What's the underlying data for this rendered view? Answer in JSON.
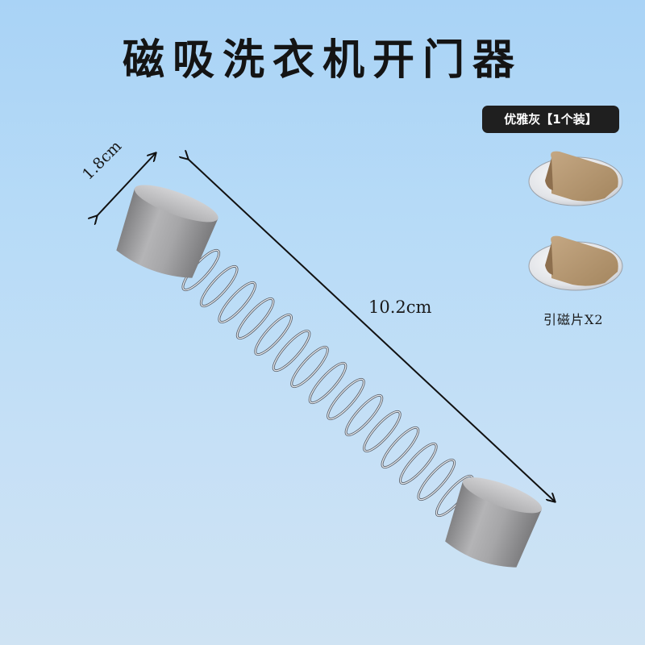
{
  "product": {
    "title": "磁吸洗衣机开门器",
    "variant_badge": "优雅灰【1个装】",
    "length_label": "10.2cm",
    "diameter_label": "1.8cm",
    "accessory_label": "引磁片X2"
  },
  "colors": {
    "background_top": "#a9d3f6",
    "background_bottom": "#cfe3f3",
    "cap": "#9a9a9c",
    "badge_bg": "#1f1f1f",
    "badge_text": "#ffffff",
    "adhesive_backing": "#b89a78"
  }
}
